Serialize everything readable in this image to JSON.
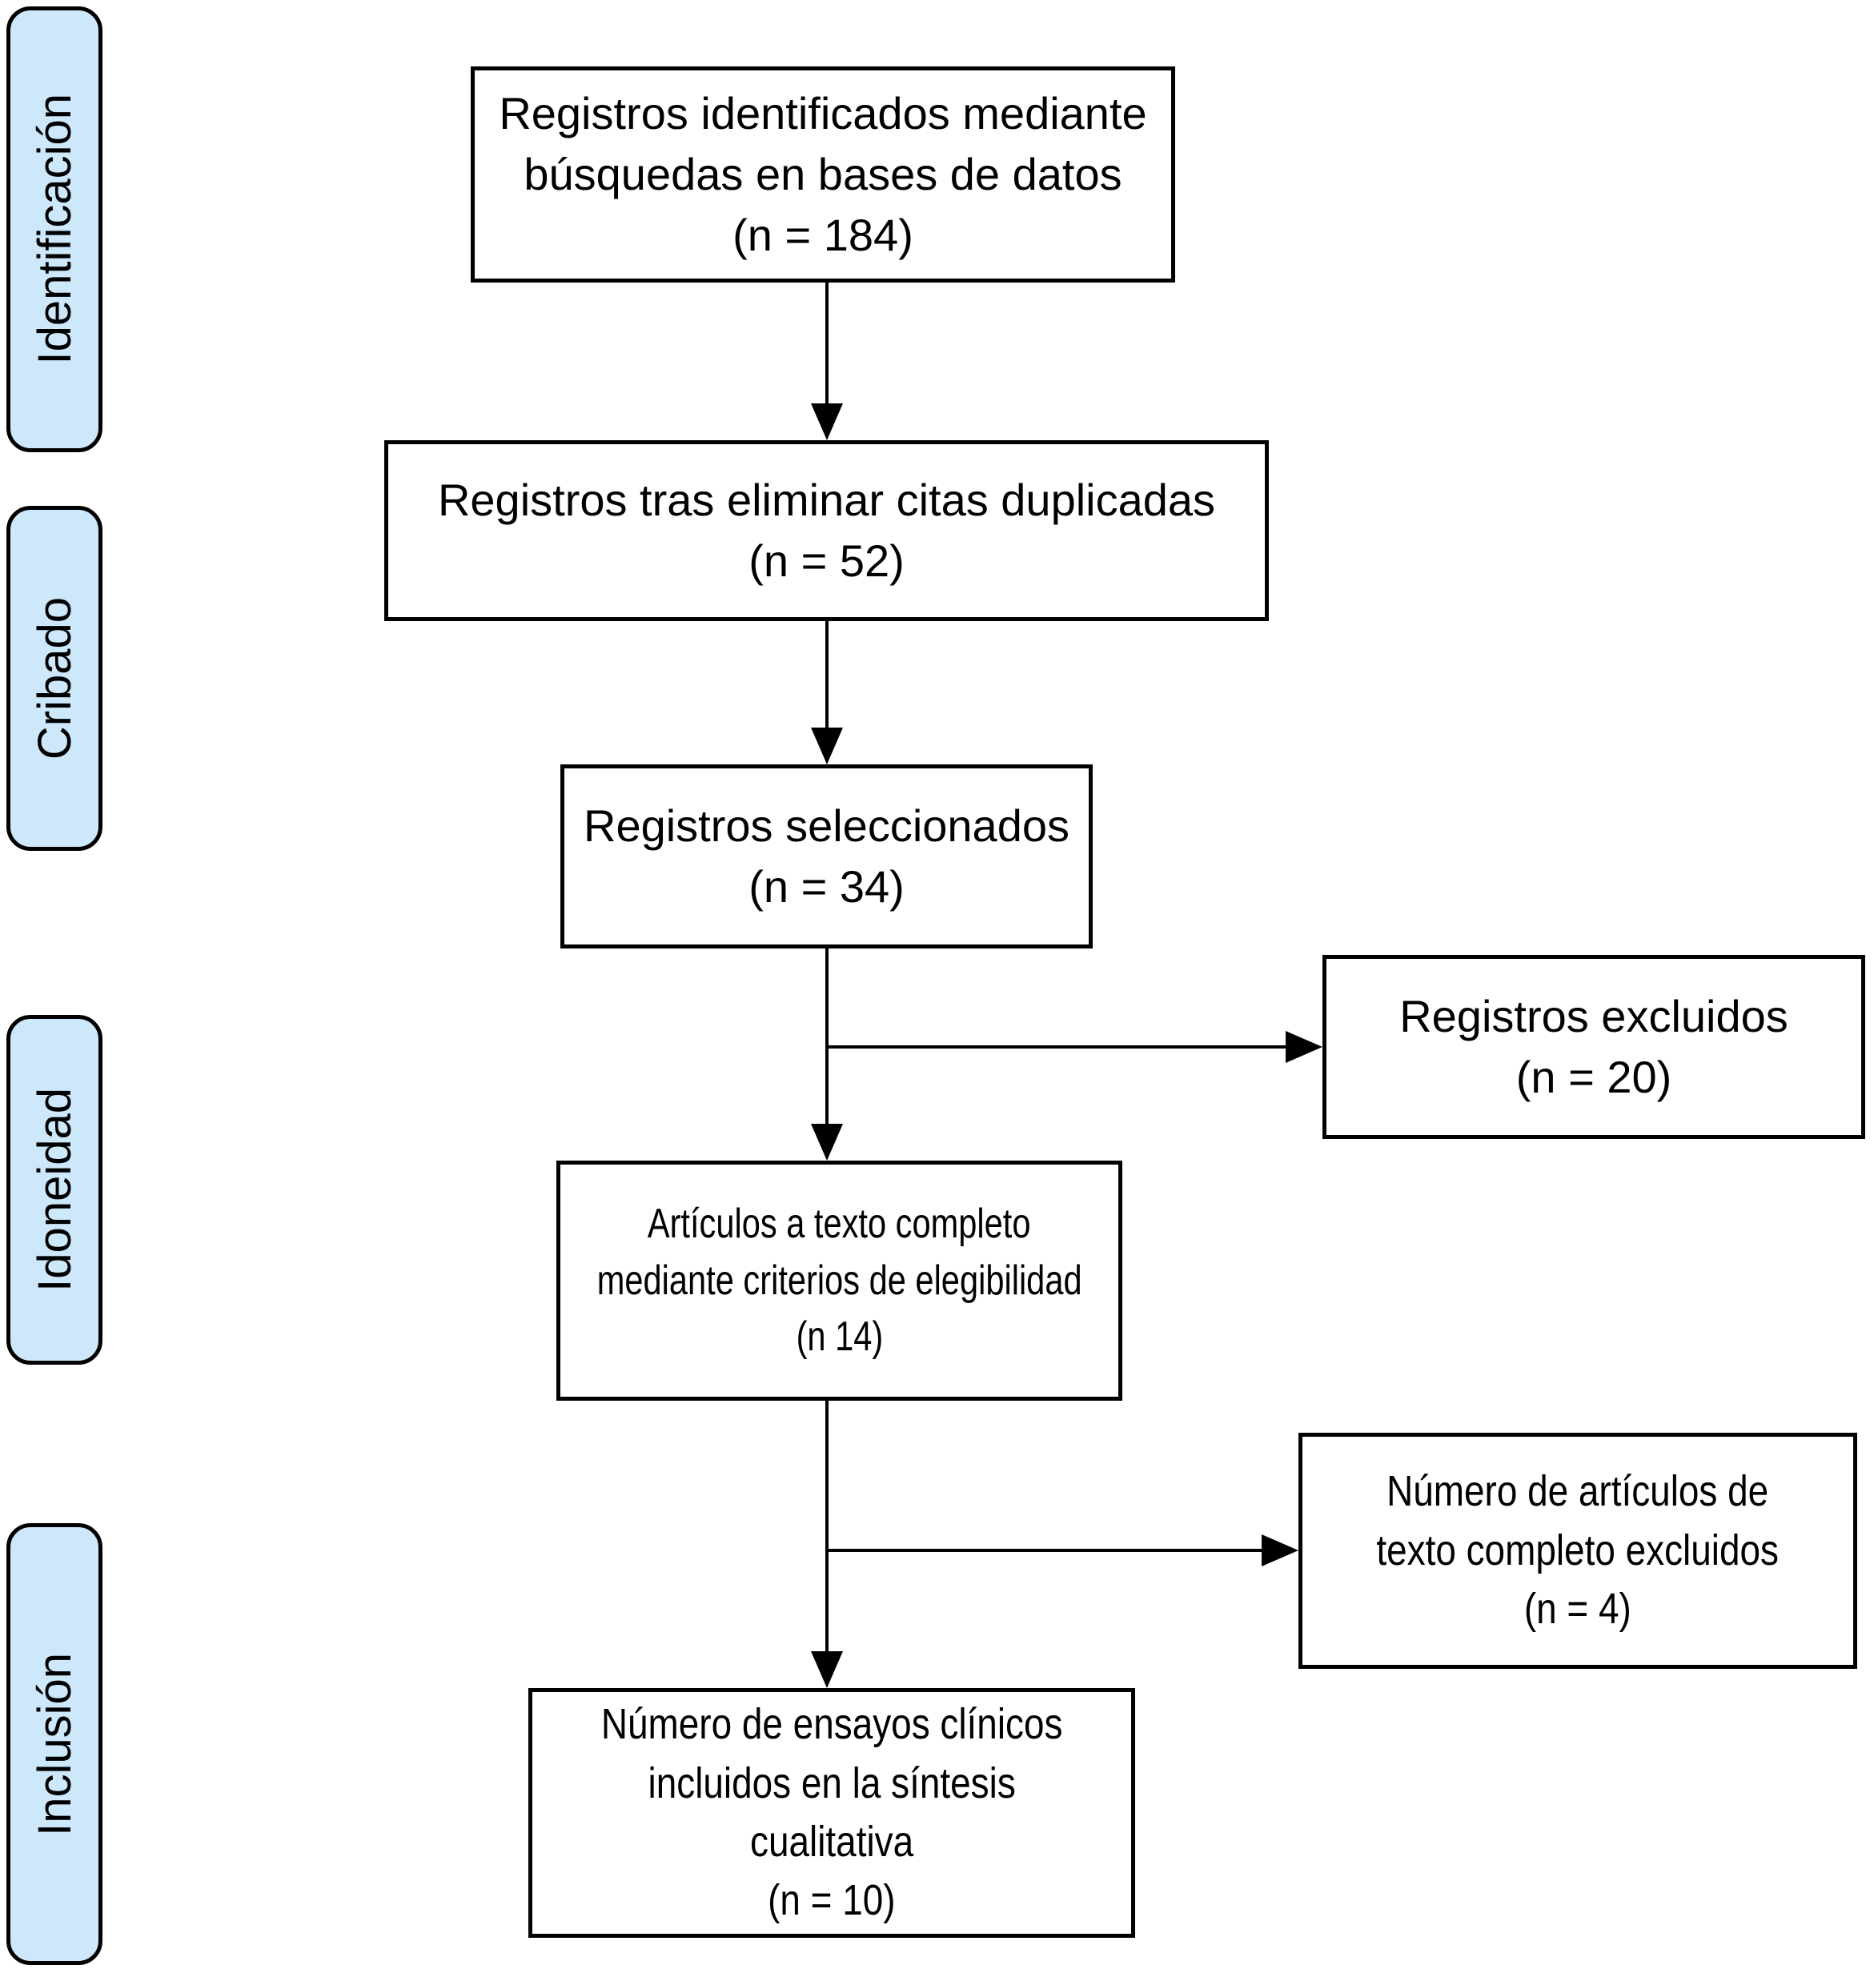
{
  "figure": {
    "kind": "prisma-flow-diagram",
    "language": "es",
    "colors": {
      "stage_fill": "#cde8fa",
      "box_fill": "#ffffff",
      "line_color": "#000000",
      "text_color": "#000000"
    }
  },
  "sidebar": {
    "items": [
      {
        "label": "Identificación"
      },
      {
        "label": "Cribado"
      },
      {
        "label": "Idoneidad"
      },
      {
        "label": "Inclusión"
      }
    ]
  },
  "boxes": {
    "identified": {
      "lines": [
        "Registros identificados mediante",
        "búsquedas en bases de datos",
        "(n = 184)"
      ],
      "n": 184
    },
    "deduplicated": {
      "lines": [
        "Registros tras eliminar citas duplicadas",
        "(n = 52)"
      ],
      "n": 52
    },
    "screened": {
      "lines": [
        "Registros seleccionados",
        "(n = 34)"
      ],
      "n": 34
    },
    "excluded_records": {
      "lines": [
        "Registros excluidos",
        "(n = 20)"
      ],
      "n": 20
    },
    "fulltext": {
      "lines": [
        "Artículos a texto completo",
        "mediante criterios de elegibilidad",
        "(n 14)"
      ],
      "n": 14
    },
    "excluded_fulltext": {
      "lines": [
        "Número de artículos de",
        "texto completo excluidos",
        "(n = 4)"
      ],
      "n": 4
    },
    "included": {
      "lines": [
        "Número de ensayos clínicos",
        "incluidos en la síntesis",
        "cualitativa",
        "(n = 10)"
      ],
      "n": 10
    }
  }
}
